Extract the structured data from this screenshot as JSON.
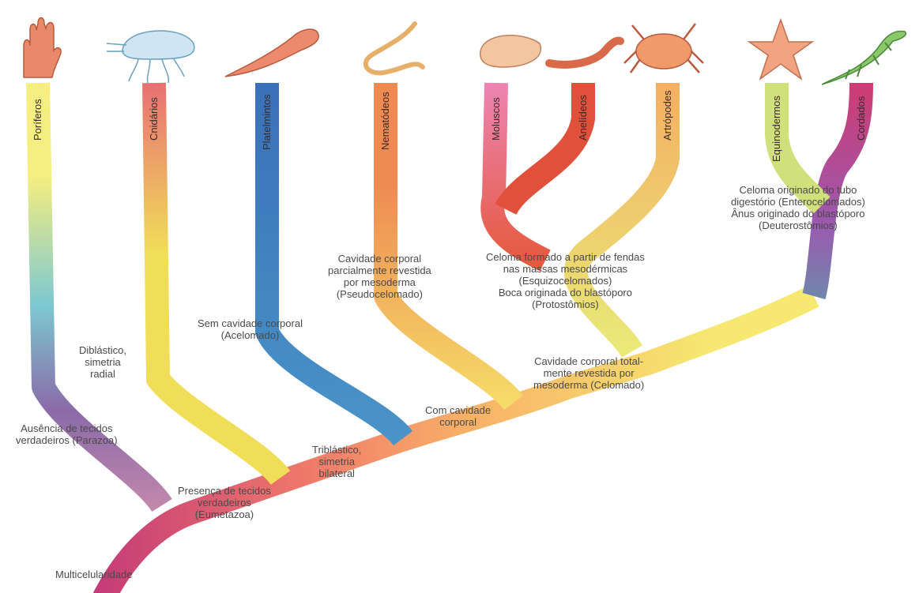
{
  "taxa": [
    "Poríferos",
    "Cnidários",
    "Platelmintos",
    "Nematódeos",
    "Moluscos",
    "Anelídeos",
    "Artrópodes",
    "Equinodermos",
    "Cordados"
  ],
  "icons": [
    "hand-sponge-icon",
    "jellyfish-icon",
    "flatworm-icon",
    "nematode-icon",
    "clam-icon",
    "earthworm-icon",
    "crab-icon",
    "starfish-icon",
    "lizard-icon"
  ],
  "colors": {
    "poriferos": [
      "#f2a2b0",
      "#8a6aa8",
      "#7cc8d0",
      "#f6ee80"
    ],
    "cnidarios": [
      "#f0de58",
      "#e86a76"
    ],
    "platelmintos": [
      "#4a94c8",
      "#3a70b8"
    ],
    "nematodeos": [
      "#f6e46a",
      "#ee8a52"
    ],
    "moluscos": [
      "#e65a40",
      "#ec86b6"
    ],
    "anelideos": [
      "#e0503a"
    ],
    "artropodes": [
      "#e8ee7a",
      "#f4ae62"
    ],
    "equinodermos": [
      "#d0e07a"
    ],
    "cordados": [
      "#46b4a8",
      "#9a5ab0",
      "#d03a70"
    ],
    "trunk": [
      "#c43a78",
      "#f07a6a",
      "#f8b068",
      "#f6e870"
    ]
  },
  "annotations": {
    "multicelularidade": [
      "Multicelularidade"
    ],
    "ausencia": [
      "Ausência de tecidos",
      "verdadeiros (Parazoa)"
    ],
    "presenca": [
      "Presença de tecidos",
      "verdadeiros",
      "(Eumetazoa)"
    ],
    "diblastico": [
      "Diblástico,",
      "simetria",
      "radial"
    ],
    "triblastico": [
      "Triblástico,",
      "simetria",
      "bilateral"
    ],
    "sem_cavidade": [
      "Sem cavidade corporal",
      "(Acelomado)"
    ],
    "com_cavidade": [
      "Com cavidade",
      "corporal"
    ],
    "pseudocelomado": [
      "Cavidade corporal",
      "parcialmente revestida",
      "por mesoderma",
      "(Pseudocelomado)"
    ],
    "celomado": [
      "Cavidade corporal total-",
      "mente revestida por",
      "mesoderma (Celomado)"
    ],
    "esquizocelomados": [
      "Celoma formado a partir de fendas",
      "nas massas mesodérmicas",
      "(Esquizocelomados)",
      "Boca originada do blastóporo",
      "(Protostômios)"
    ],
    "enterocelomados": [
      "Celoma originado do tubo",
      "digestório (Enterocelomados)",
      "Ânus originado do blastóporo",
      "(Deuterostômios)"
    ]
  }
}
